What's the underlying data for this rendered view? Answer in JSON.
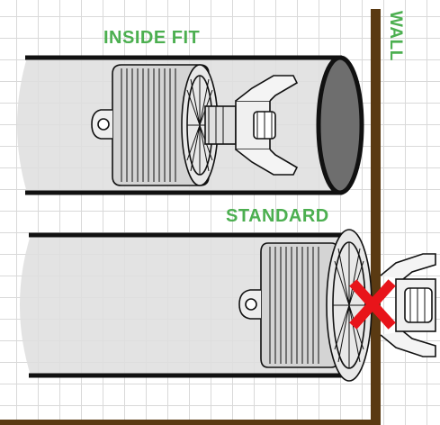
{
  "labels": {
    "inside_fit": "INSIDE FIT",
    "standard": "STANDARD",
    "wall": "WALL"
  },
  "colors": {
    "label_green": "#4caf50",
    "wall_brown": "#5a3a12",
    "cross_red": "#e8141a",
    "tube_fill": "#dedede",
    "tube_end": "#6e6e6e",
    "outline": "#111111"
  },
  "icons": {
    "inside_fit_mechanism": "roller-tube-motor-bracket-icon",
    "standard_mechanism": "roller-tube-motor-bracket-icon",
    "invalid_mark": "red-x-icon"
  }
}
